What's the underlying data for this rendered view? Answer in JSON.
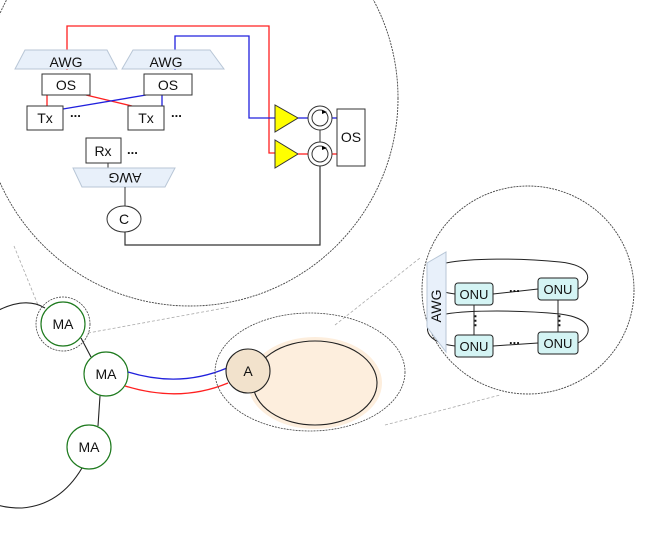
{
  "colors": {
    "red": "#ff2020",
    "blue": "#2020dd",
    "green": "#1e7a1e",
    "awg_fill": "#e8f0fa",
    "amp_fill": "#ffff00",
    "onu_fill": "#d4f4f4",
    "a_fill": "#f2e2cc",
    "region_fill": "#fdeedd"
  },
  "central_office": {
    "awg_tx_1": "AWG",
    "awg_tx_2": "AWG",
    "awg_rx": "AWG",
    "os_1": "OS",
    "os_2": "OS",
    "os_out": "OS",
    "tx_1": "Tx",
    "tx_2": "Tx",
    "rx": "Rx",
    "ellipsis": "...",
    "coupler": "C"
  },
  "ring": {
    "nodes": [
      "MA",
      "MA",
      "MA"
    ]
  },
  "access": {
    "node": "A"
  },
  "onu_ring": {
    "awg": "AWG",
    "onus": [
      "ONU",
      "ONU",
      "ONU",
      "ONU"
    ],
    "ellipsis": "...",
    "vdots": "⋮"
  }
}
